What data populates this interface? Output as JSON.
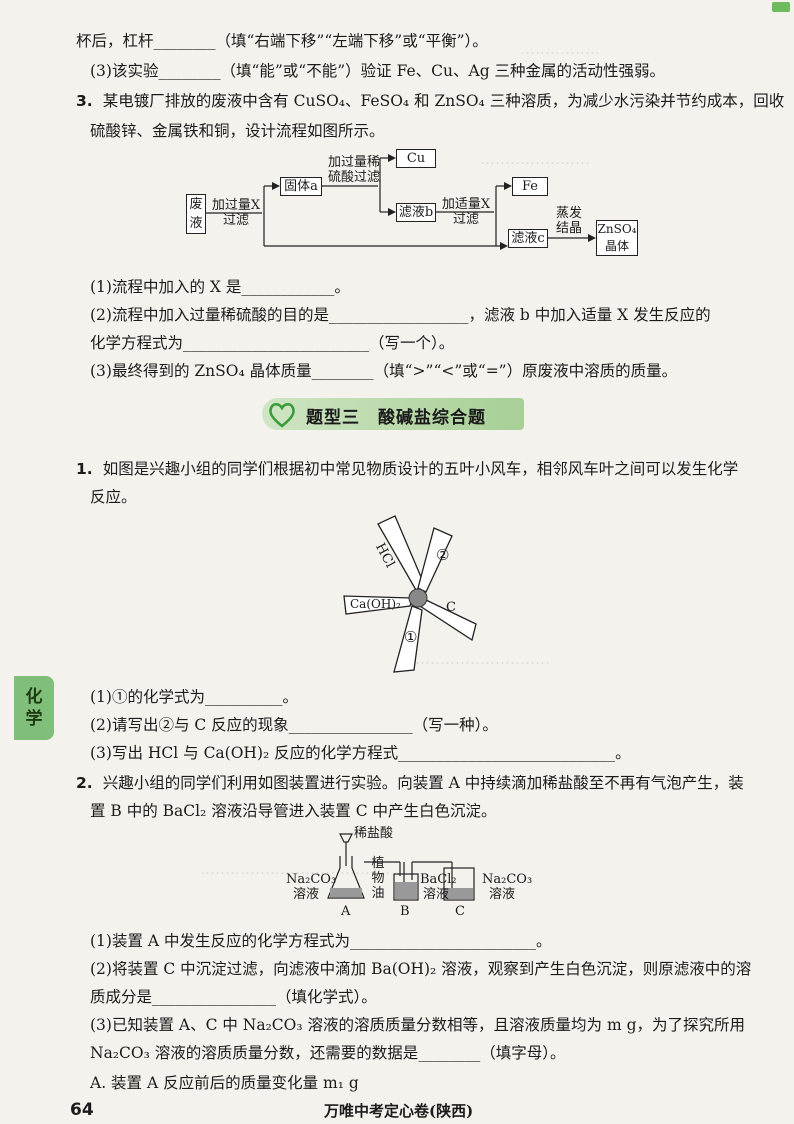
{
  "top_block": {
    "line1": "杯后，杠杆________（填“右端下移”“左端下移”或“平衡”）。",
    "line2": "(3)该实验________（填“能”或“不能”）验证 Fe、Cu、Ag 三种金属的活动性强弱。"
  },
  "q3": {
    "num": "3.",
    "stem1": "某电镀厂排放的废液中含有 CuSO₄、FeSO₄ 和 ZnSO₄ 三种溶质，为减少水污染并节约成本，回收",
    "stem2": "硫酸锌、金属铁和铜，设计流程如图所示。",
    "flow": {
      "waste": "废液",
      "step1": "加过量X过滤",
      "solid_a": "固体a",
      "step2": "加过量稀硫酸过滤",
      "cu": "Cu",
      "filtrate_b": "滤液b",
      "step3": "加适量X过滤",
      "fe": "Fe",
      "filtrate_c": "滤液c",
      "step4": "蒸发结晶",
      "product": "ZnSO₄晶体"
    },
    "sub1": "(1)流程中加入的 X 是____________。",
    "sub2a": "(2)流程中加入过量稀硫酸的目的是__________________，滤液 b 中加入适量 X 发生反应的",
    "sub2b": "化学方程式为________________________（写一个）。",
    "sub3": "(3)最终得到的 ZnSO₄ 晶体质量________（填“>”“<”或“=”）原废液中溶质的质量。"
  },
  "section": {
    "title": "题型三　酸碱盐综合题"
  },
  "p1": {
    "num": "1.",
    "stem1": "如图是兴趣小组的同学们根据初中常见物质设计的五叶小风车，相邻风车叶之间可以发生化学",
    "stem2": "反应。",
    "blades": {
      "hcl": "HCl",
      "two": "②",
      "caoh": "Ca(OH)₂",
      "c": "C",
      "one": "①"
    },
    "sub1": "(1)①的化学式为__________。",
    "sub2": "(2)请写出②与 C 反应的现象________________（写一种）。",
    "sub3": "(3)写出 HCl 与 Ca(OH)₂ 反应的化学方程式____________________________。"
  },
  "p2": {
    "num": "2.",
    "stem1": "兴趣小组的同学们利用如图装置进行实验。向装置 A 中持续滴加稀盐酸至不再有气泡产生，装",
    "stem2": "置 B 中的 BaCl₂ 溶液沿导管进入装置 C 中产生白色沉淀。",
    "apparatus": {
      "acid": "稀盐酸",
      "na2co3_left": "Na₂CO₃溶液",
      "oil": "植物油",
      "bacl2": "BaCl₂溶液",
      "na2co3_right": "Na₂CO₃溶液",
      "a": "A",
      "b": "B",
      "c": "C"
    },
    "sub1": "(1)装置 A 中发生反应的化学方程式为________________________。",
    "sub2a": "(2)将装置 C 中沉淀过滤，向滤液中滴加 Ba(OH)₂ 溶液，观察到产生白色沉淀，则原滤液中的溶",
    "sub2b": "质成分是________________（填化学式）。",
    "sub3a": "(3)已知装置 A、C 中 Na₂CO₃ 溶液的溶质质量分数相等，且溶液质量均为 m g，为了探究所用",
    "sub3b": "Na₂CO₃ 溶液的溶质质量分数，还需要的数据是________（填字母）。",
    "optA": "A. 装置 A 反应前后的质量变化量 m₁ g"
  },
  "sidetab": {
    "l1": "化",
    "l2": "学"
  },
  "footer": {
    "page": "64",
    "brand": "万唯中考定心卷(陕西)"
  }
}
